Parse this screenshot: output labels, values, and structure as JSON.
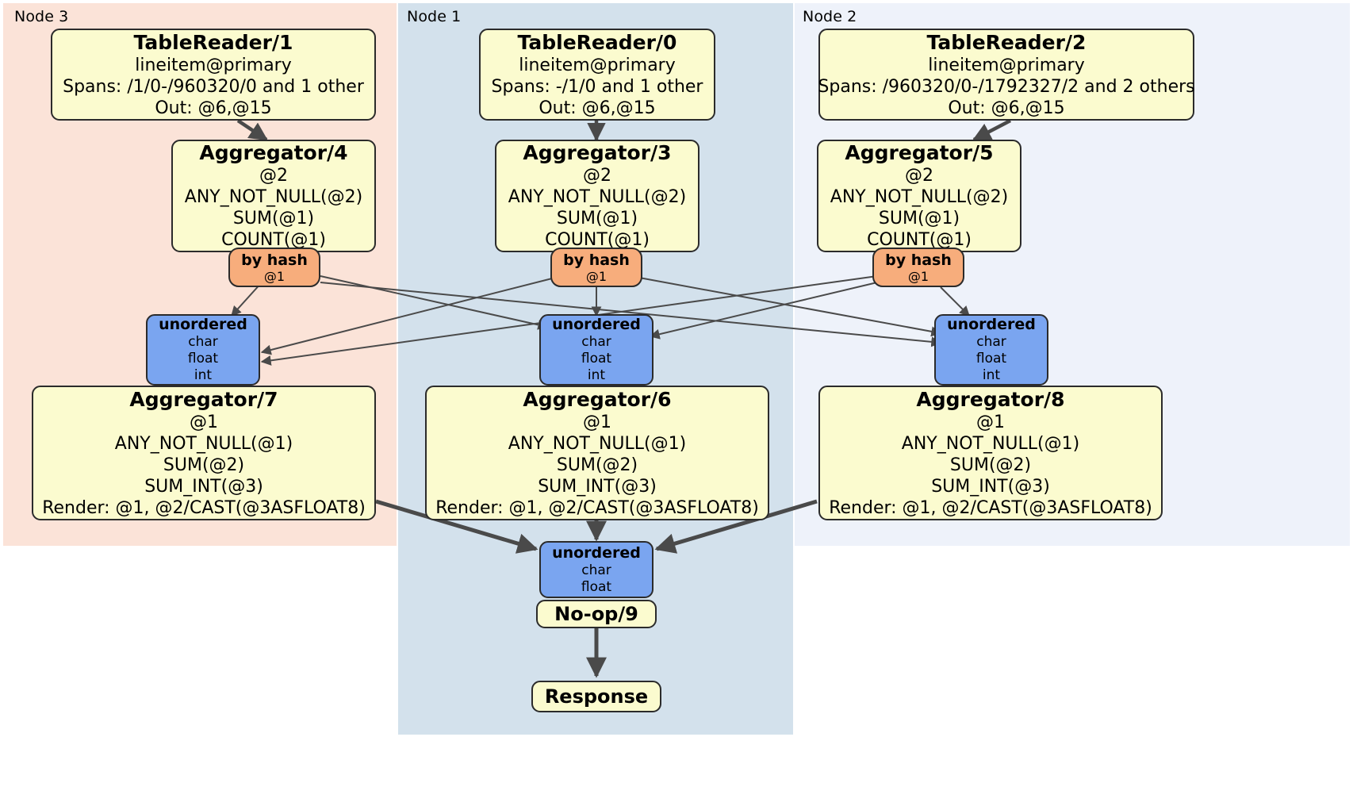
{
  "diagram": {
    "title": "Distributed SQL physical plan",
    "colors": {
      "node3_panel": "#fbe3d8",
      "node1_panel": "#d3e1ec",
      "node2_panel": "#eef2fa",
      "processor_fill": "#fbfbcf",
      "router_fill": "#f7ad7c",
      "synchronizer_fill": "#7aa5f0",
      "stroke": "#2b2b2b",
      "edge_thin": "#4a4a4a",
      "edge_thick": "#4a4a4a"
    }
  },
  "panels": [
    {
      "id": "node3",
      "label": "Node 3"
    },
    {
      "id": "node1",
      "label": "Node 1"
    },
    {
      "id": "node2",
      "label": "Node 2"
    }
  ],
  "nodes": {
    "tablereader_1": {
      "title": "TableReader/1",
      "lines": [
        "lineitem@primary",
        "Spans: /1/0-/960320/0 and 1 other",
        "Out: @6,@15"
      ]
    },
    "tablereader_0": {
      "title": "TableReader/0",
      "lines": [
        "lineitem@primary",
        "Spans: -/1/0 and 1 other",
        "Out: @6,@15"
      ]
    },
    "tablereader_2": {
      "title": "TableReader/2",
      "lines": [
        "lineitem@primary",
        "Spans: /960320/0-/1792327/2 and 2 others",
        "Out: @6,@15"
      ]
    },
    "aggregator_4": {
      "title": "Aggregator/4",
      "lines": [
        "@2",
        "ANY_NOT_NULL(@2)",
        "SUM(@1)",
        "COUNT(@1)"
      ]
    },
    "aggregator_3": {
      "title": "Aggregator/3",
      "lines": [
        "@2",
        "ANY_NOT_NULL(@2)",
        "SUM(@1)",
        "COUNT(@1)"
      ]
    },
    "aggregator_5": {
      "title": "Aggregator/5",
      "lines": [
        "@2",
        "ANY_NOT_NULL(@2)",
        "SUM(@1)",
        "COUNT(@1)"
      ]
    },
    "byhash_left": {
      "title": "by hash",
      "lines": [
        "@1"
      ]
    },
    "byhash_center": {
      "title": "by hash",
      "lines": [
        "@1"
      ]
    },
    "byhash_right": {
      "title": "by hash",
      "lines": [
        "@1"
      ]
    },
    "unordered_left": {
      "title": "unordered",
      "lines": [
        "char",
        "float",
        "int"
      ]
    },
    "unordered_center": {
      "title": "unordered",
      "lines": [
        "char",
        "float",
        "int"
      ]
    },
    "unordered_right": {
      "title": "unordered",
      "lines": [
        "char",
        "float",
        "int"
      ]
    },
    "aggregator_7": {
      "title": "Aggregator/7",
      "lines": [
        "@1",
        "ANY_NOT_NULL(@1)",
        "SUM(@2)",
        "SUM_INT(@3)",
        "Render: @1, @2/CAST(@3ASFLOAT8)"
      ]
    },
    "aggregator_6": {
      "title": "Aggregator/6",
      "lines": [
        "@1",
        "ANY_NOT_NULL(@1)",
        "SUM(@2)",
        "SUM_INT(@3)",
        "Render: @1, @2/CAST(@3ASFLOAT8)"
      ]
    },
    "aggregator_8": {
      "title": "Aggregator/8",
      "lines": [
        "@1",
        "ANY_NOT_NULL(@1)",
        "SUM(@2)",
        "SUM_INT(@3)",
        "Render: @1, @2/CAST(@3ASFLOAT8)"
      ]
    },
    "unordered_final": {
      "title": "unordered",
      "lines": [
        "char",
        "float"
      ]
    },
    "noop_9": {
      "title": "No-op/9",
      "lines": []
    },
    "response": {
      "title": "Response",
      "lines": []
    }
  }
}
